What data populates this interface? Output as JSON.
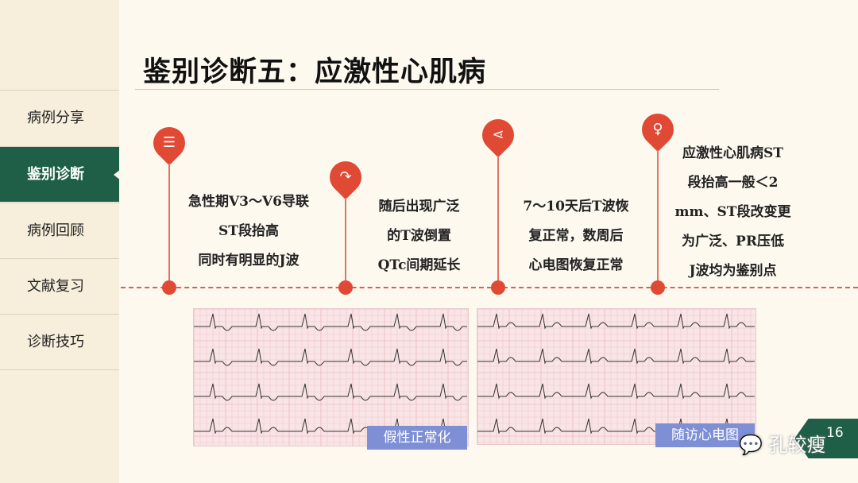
{
  "sidebar": {
    "items": [
      {
        "label": "病例分享",
        "active": false
      },
      {
        "label": "鉴别诊断",
        "active": true
      },
      {
        "label": "病例回顾",
        "active": false
      },
      {
        "label": "文献复习",
        "active": false
      },
      {
        "label": "诊断技巧",
        "active": false
      }
    ]
  },
  "title": "鉴别诊断五：应激性心肌病",
  "timeline": [
    {
      "icon": "list-icon",
      "lines": [
        "急性期V3～V6导联",
        "ST段抬高",
        "同时有明显的J波"
      ]
    },
    {
      "icon": "share-arrow-icon",
      "lines": [
        "随后出现广泛",
        "的T波倒置",
        "QTc间期延长"
      ]
    },
    {
      "icon": "share-icon",
      "lines": [
        "7～10天后T波恢",
        "复正常，数周后",
        "心电图恢复正常"
      ]
    },
    {
      "icon": "lightbulb-icon",
      "lines": [
        "应激性心肌病ST",
        "段抬高一般＜2",
        "mm、ST段改变更",
        "为广泛、PR压低",
        "J波均为鉴别点"
      ]
    }
  ],
  "ecg_images": [
    {
      "label": "假性正常化"
    },
    {
      "label": "随访心电图"
    }
  ],
  "page_number": "16",
  "watermark": "孔较瘦",
  "colors": {
    "accent": "#e04a35",
    "sidebar_active": "#1f5f47",
    "label_bg": "#7f8fd6"
  }
}
